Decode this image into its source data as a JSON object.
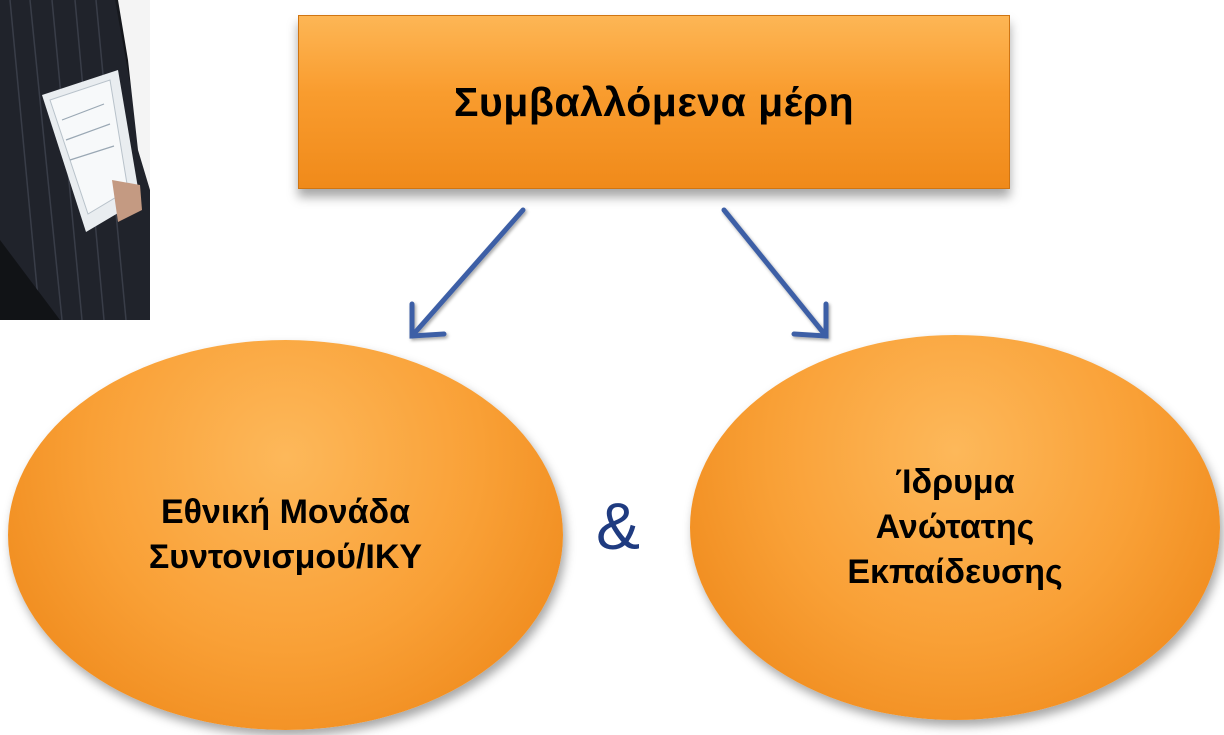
{
  "diagram": {
    "top_box": {
      "label": "Συμβαλλόμενα μέρη"
    },
    "left_node": {
      "lines": [
        "Εθνική Μονάδα",
        "Συντονισμού/ΙΚΥ"
      ]
    },
    "right_node": {
      "lines": [
        "Ίδρυμα",
        "Ανώτατης",
        "Εκπαίδευσης"
      ]
    },
    "connector": "&"
  },
  "colors": {
    "node_fill": "#f99c2e",
    "arrow": "#3e5fa6",
    "connector": "#1f3b80"
  }
}
